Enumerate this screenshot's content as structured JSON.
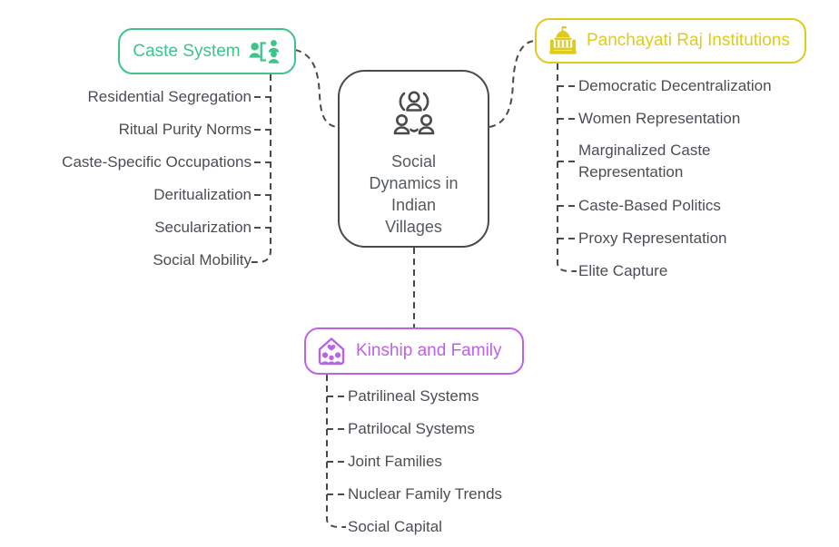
{
  "diagram": {
    "center": {
      "title": "Social Dynamics in Indian Villages",
      "icon": "community-people-icon",
      "border_color": "#4a4a4a",
      "text_color": "#555a5f"
    },
    "branches": [
      {
        "label": "Caste System",
        "color": "#3ec48a",
        "icon": "people-hierarchy-icon",
        "side": "left",
        "items": [
          "Residential Segregation",
          "Ritual Purity Norms",
          "Caste-Specific Occupations",
          "Deritualization",
          "Secularization",
          "Social Mobility"
        ]
      },
      {
        "label": "Panchayati Raj Institutions",
        "color": "#dfca1e",
        "icon": "government-building-icon",
        "side": "right",
        "items": [
          "Democratic Decentralization",
          "Women Representation",
          "Marginalized Caste Representation",
          "Caste-Based Politics",
          "Proxy Representation",
          "Elite Capture"
        ]
      },
      {
        "label": "Kinship and Family",
        "color": "#bb62e9",
        "icon": "family-home-icon",
        "side": "bottom",
        "items": [
          "Patrilineal Systems",
          "Patrilocal Systems",
          "Joint Families",
          "Nuclear Family Trends",
          "Social Capital"
        ]
      }
    ],
    "connector_color": "#4a4a4a",
    "item_text_color": "#4a4e54"
  }
}
